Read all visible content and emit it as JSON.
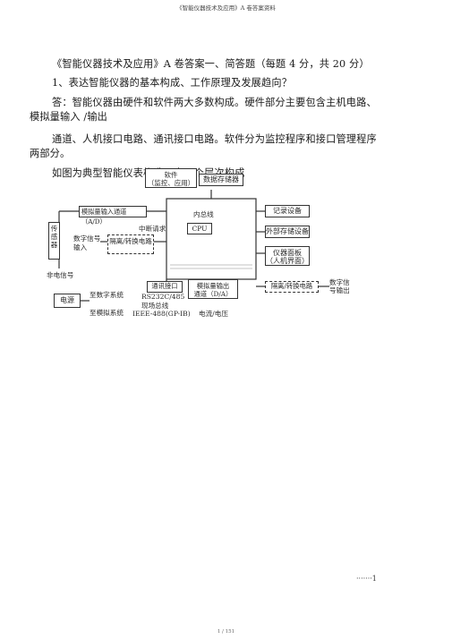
{
  "header": "《智能仪器技术及应用》A 卷答案资料",
  "lines": {
    "title": "《智能仪器技术及应用》A 卷答案一、简答题（每题 4 分，共 20 分）",
    "question": "1、表达智能仪器的基本构成、工作原理及发展趋向？",
    "answer_1a": "答：智能仪器由硬件和软件两大多数构成。硬件部分主要包含主机电路、",
    "answer_1b": "模拟量输入  /输出",
    "answer_2a": "通道、人机接口电路、通讯接口电路。软件分为监控程序和接口管理程序",
    "answer_2b": "两部分。",
    "figure_intro": "如图为典型智能仪表构造，由三个层次构成"
  },
  "diagram": {
    "software_box": "软件\n（监控、应用）",
    "data_box": "数据存储器",
    "analog_input": "模拟量输入通道（A/D）",
    "internal_bus": "内总线",
    "cpu": "CPU",
    "sensor": "传感器",
    "digital_input": "数字信号输入",
    "isolation_circuit": "隔离/转换电路",
    "interrupt_request": "中断请求",
    "recorder": "记录设备",
    "external_storage": "外部存储设备",
    "panel": "仪器面板\n（人机界面）",
    "isolation_right": "隔离/转换电路",
    "digital_output": "数字信号输出",
    "non_electric": "非电信号",
    "power": "电源",
    "to_digital": "至数字系统",
    "to_analog": "至模拟系统",
    "comm_interface": "通讯接口",
    "analog_output": "模拟量输出\n通道（D/A）",
    "fieldbus": "RS232C/485\n现场总线",
    "ieee": "IEEE-488(GP-IB)",
    "current_voltage": "电流/电压"
  },
  "page_marker": "·······1",
  "footer": "1 / 151"
}
